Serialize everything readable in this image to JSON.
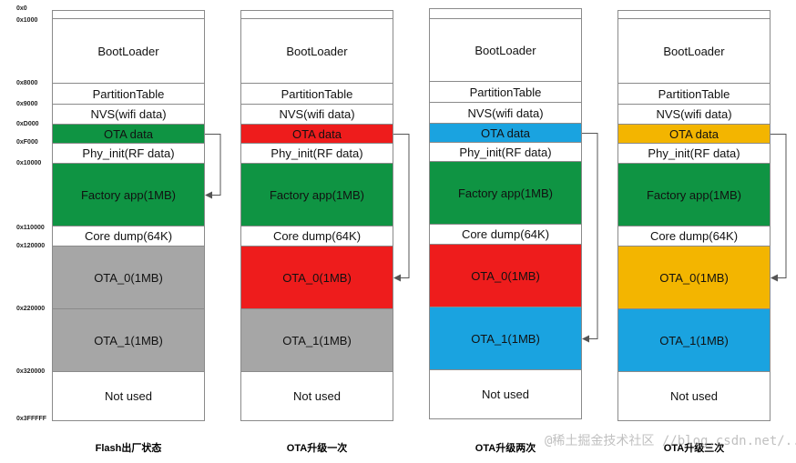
{
  "addresses": [
    "0x0",
    "0x1000",
    "0x8000",
    "0x9000",
    "0xD000",
    "0xF000",
    "0x10000",
    "0x110000",
    "0x120000",
    "0x220000",
    "0x320000",
    "0x3FFFFF"
  ],
  "colors": {
    "white": "#ffffff",
    "green": "#0f9443",
    "red": "#ee1c1c",
    "blue": "#1aa3e0",
    "orange": "#f3b500",
    "gray": "#a6a6a6",
    "border": "#8a8a8a",
    "arrow": "#555555"
  },
  "columns": [
    {
      "caption": "Flash出厂状态",
      "blocks": [
        {
          "label": "",
          "color": "white"
        },
        {
          "label": "BootLoader",
          "color": "white"
        },
        {
          "label": "PartitionTable",
          "color": "white"
        },
        {
          "label": "NVS(wifi data)",
          "color": "white"
        },
        {
          "label": "OTA data",
          "color": "green"
        },
        {
          "label": "Phy_init(RF data)",
          "color": "white"
        },
        {
          "label": "Factory app(1MB)",
          "color": "green"
        },
        {
          "label": "Core dump(64K)",
          "color": "white"
        },
        {
          "label": "OTA_0(1MB)",
          "color": "gray"
        },
        {
          "label": "OTA_1(1MB)",
          "color": "gray"
        },
        {
          "label": "Not used",
          "color": "white"
        }
      ],
      "arrow_target": "Factory app(1MB)"
    },
    {
      "caption": "OTA升级一次",
      "blocks": [
        {
          "label": "",
          "color": "white"
        },
        {
          "label": "BootLoader",
          "color": "white"
        },
        {
          "label": "PartitionTable",
          "color": "white"
        },
        {
          "label": "NVS(wifi data)",
          "color": "white"
        },
        {
          "label": "OTA data",
          "color": "red"
        },
        {
          "label": "Phy_init(RF data)",
          "color": "white"
        },
        {
          "label": "Factory app(1MB)",
          "color": "green"
        },
        {
          "label": "Core dump(64K)",
          "color": "white"
        },
        {
          "label": "OTA_0(1MB)",
          "color": "red"
        },
        {
          "label": "OTA_1(1MB)",
          "color": "gray"
        },
        {
          "label": "Not used",
          "color": "white"
        }
      ],
      "arrow_target": "OTA_0(1MB)"
    },
    {
      "caption": "OTA升级两次",
      "blocks": [
        {
          "label": "",
          "color": "white"
        },
        {
          "label": "BootLoader",
          "color": "white"
        },
        {
          "label": "PartitionTable",
          "color": "white"
        },
        {
          "label": "NVS(wifi data)",
          "color": "white"
        },
        {
          "label": "OTA data",
          "color": "blue"
        },
        {
          "label": "Phy_init(RF data)",
          "color": "white"
        },
        {
          "label": "Factory app(1MB)",
          "color": "green"
        },
        {
          "label": "Core dump(64K)",
          "color": "white"
        },
        {
          "label": "OTA_0(1MB)",
          "color": "red"
        },
        {
          "label": "OTA_1(1MB)",
          "color": "blue"
        },
        {
          "label": "Not used",
          "color": "white"
        }
      ],
      "arrow_target": "OTA_1(1MB)"
    },
    {
      "caption": "OTA升级三次",
      "blocks": [
        {
          "label": "",
          "color": "white"
        },
        {
          "label": "BootLoader",
          "color": "white"
        },
        {
          "label": "PartitionTable",
          "color": "white"
        },
        {
          "label": "NVS(wifi data)",
          "color": "white"
        },
        {
          "label": "OTA data",
          "color": "orange"
        },
        {
          "label": "Phy_init(RF data)",
          "color": "white"
        },
        {
          "label": "Factory app(1MB)",
          "color": "green"
        },
        {
          "label": "Core dump(64K)",
          "color": "white"
        },
        {
          "label": "OTA_0(1MB)",
          "color": "orange"
        },
        {
          "label": "OTA_1(1MB)",
          "color": "blue"
        },
        {
          "label": "Not used",
          "color": "white"
        }
      ],
      "arrow_target": "OTA_0(1MB)"
    }
  ],
  "watermark": "@稀土掘金技术社区 //blog.csdn.net/..."
}
